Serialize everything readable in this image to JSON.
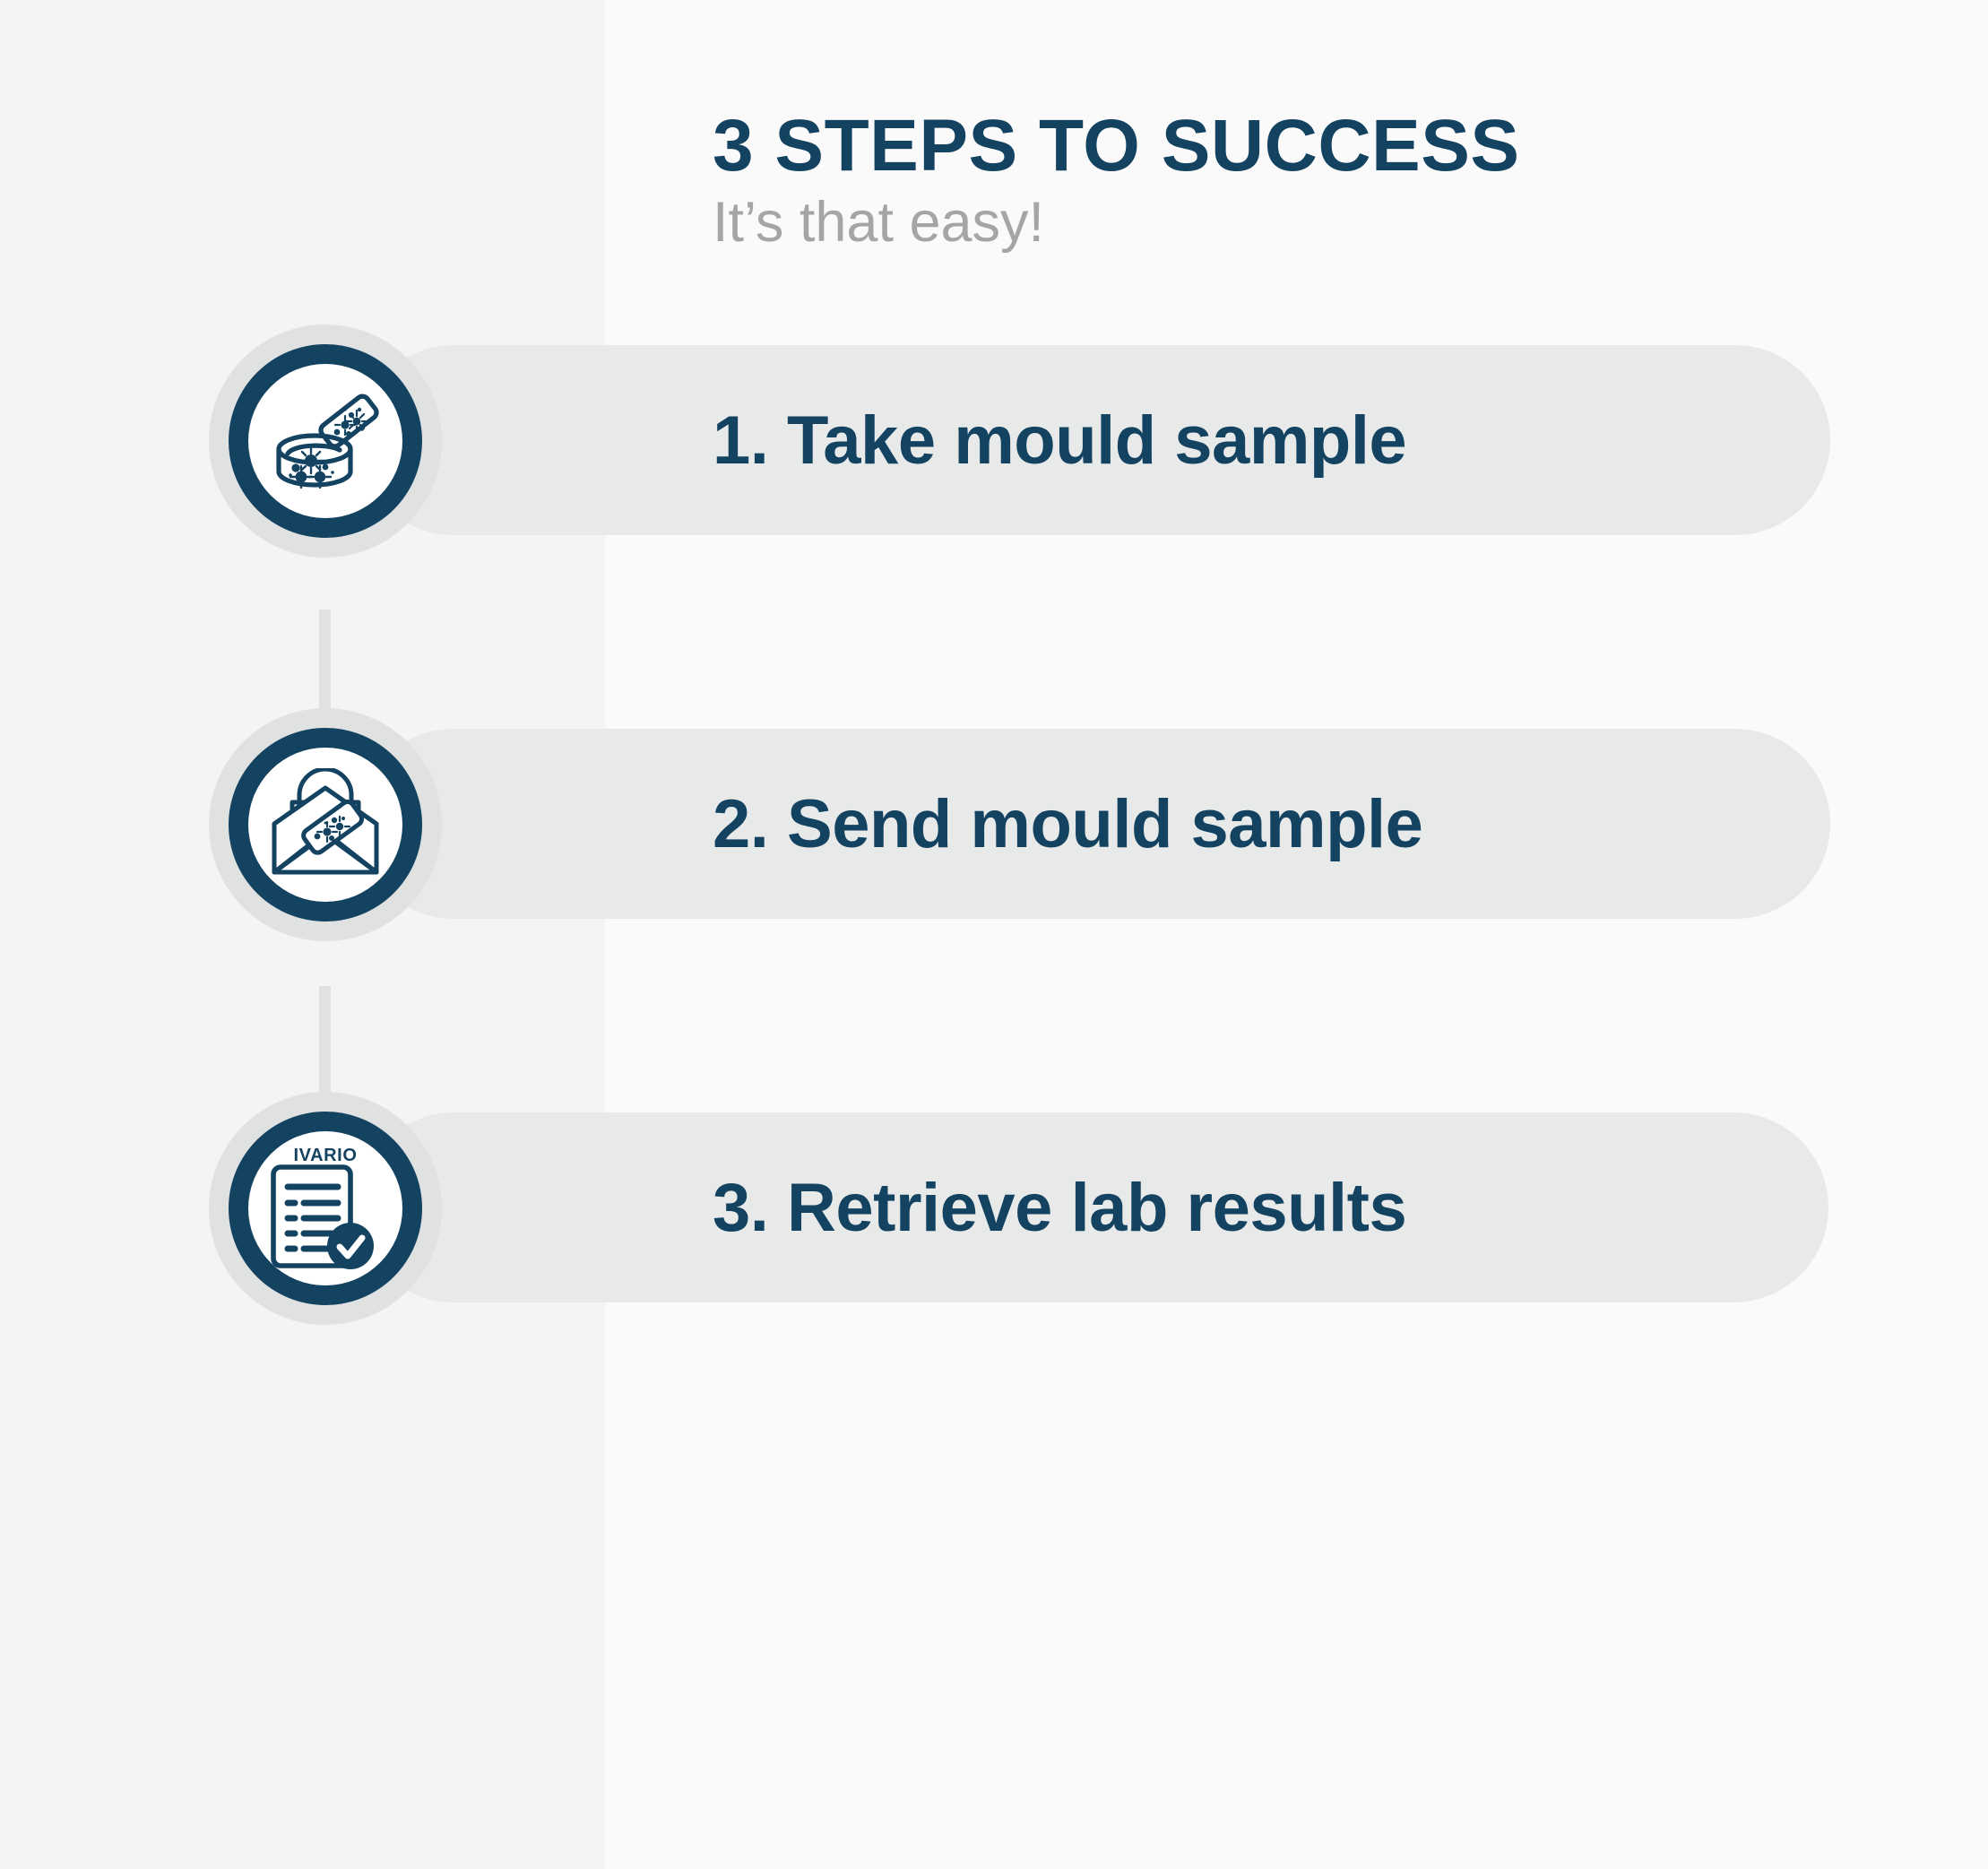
{
  "header": {
    "title": "3 STEPS TO SUCCESS",
    "subtitle": "It’s that easy!"
  },
  "colors": {
    "navy": "#144261",
    "pill_fill": "#e8eaea",
    "ring_grey": "#e0e2e2",
    "subtitle_grey": "#a5a5a5",
    "panel_left": "#f4f4f4",
    "panel_right": "#fafafa"
  },
  "steps": [
    {
      "number": "1.",
      "label": "1. Take mould sample",
      "icon": "petri-dish-with-sample-slide-icon"
    },
    {
      "number": "2.",
      "label": "2. Send mould sample",
      "icon": "envelope-with-sample-slide-icon"
    },
    {
      "number": "3.",
      "label": "3. Retrieve lab results",
      "icon": "lab-report-document-with-check-icon",
      "brand_mark": "IVARIO"
    }
  ]
}
